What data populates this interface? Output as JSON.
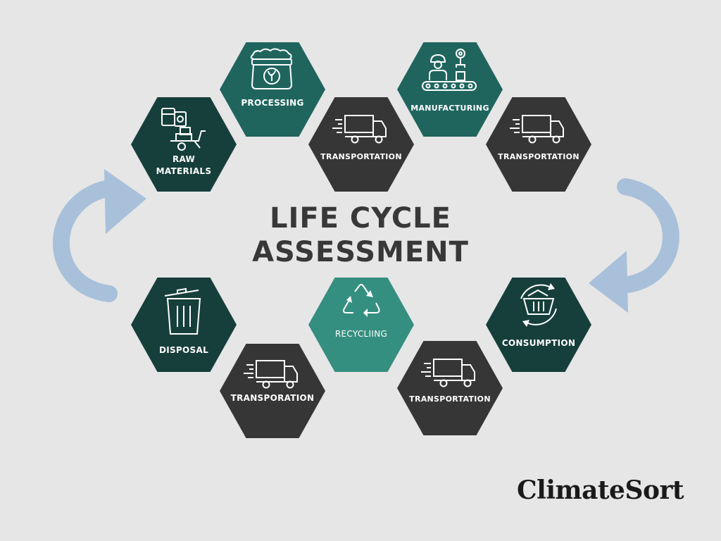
{
  "title": {
    "line1": "LIFE CYCLE",
    "line2": "ASSESSMENT"
  },
  "brand": "ClimateSort",
  "colors": {
    "background": "#e6e6e6",
    "dark_green": "#163f3b",
    "teal": "#1f655e",
    "light_teal": "#358f80",
    "charcoal": "#363636",
    "arrow": "#a8c0da",
    "text_dark": "#383838"
  },
  "stages": [
    {
      "id": "raw-materials",
      "label_lines": [
        "RAW",
        "MATERIALS"
      ],
      "icon": "raw-materials-icon"
    },
    {
      "id": "processing",
      "label_lines": [
        "PROCESSING"
      ],
      "icon": "bag-icon"
    },
    {
      "id": "transportation-1",
      "label_lines": [
        "TRANSPORTATION"
      ],
      "icon": "truck-icon"
    },
    {
      "id": "manufacturing",
      "label_lines": [
        "MANUFACTURING"
      ],
      "icon": "worker-conveyor-icon"
    },
    {
      "id": "transportation-2",
      "label_lines": [
        "TRANSPORTATION"
      ],
      "icon": "truck-icon"
    },
    {
      "id": "consumption",
      "label_lines": [
        "CONSUMPTION"
      ],
      "icon": "basket-cycle-icon"
    },
    {
      "id": "transportation-3",
      "label_lines": [
        "TRANSPORTATION"
      ],
      "icon": "truck-icon"
    },
    {
      "id": "recycling",
      "label_lines": [
        "RECYCLIING"
      ],
      "icon": "recycle-icon"
    },
    {
      "id": "transporation",
      "label_lines": [
        "TRANSPORATION"
      ],
      "icon": "truck-icon"
    },
    {
      "id": "disposal",
      "label_lines": [
        "DISPOSAL"
      ],
      "icon": "trash-bin-icon"
    }
  ],
  "arrows": [
    {
      "id": "left-arrow",
      "direction": "clockwise-up"
    },
    {
      "id": "right-arrow",
      "direction": "clockwise-down"
    }
  ]
}
